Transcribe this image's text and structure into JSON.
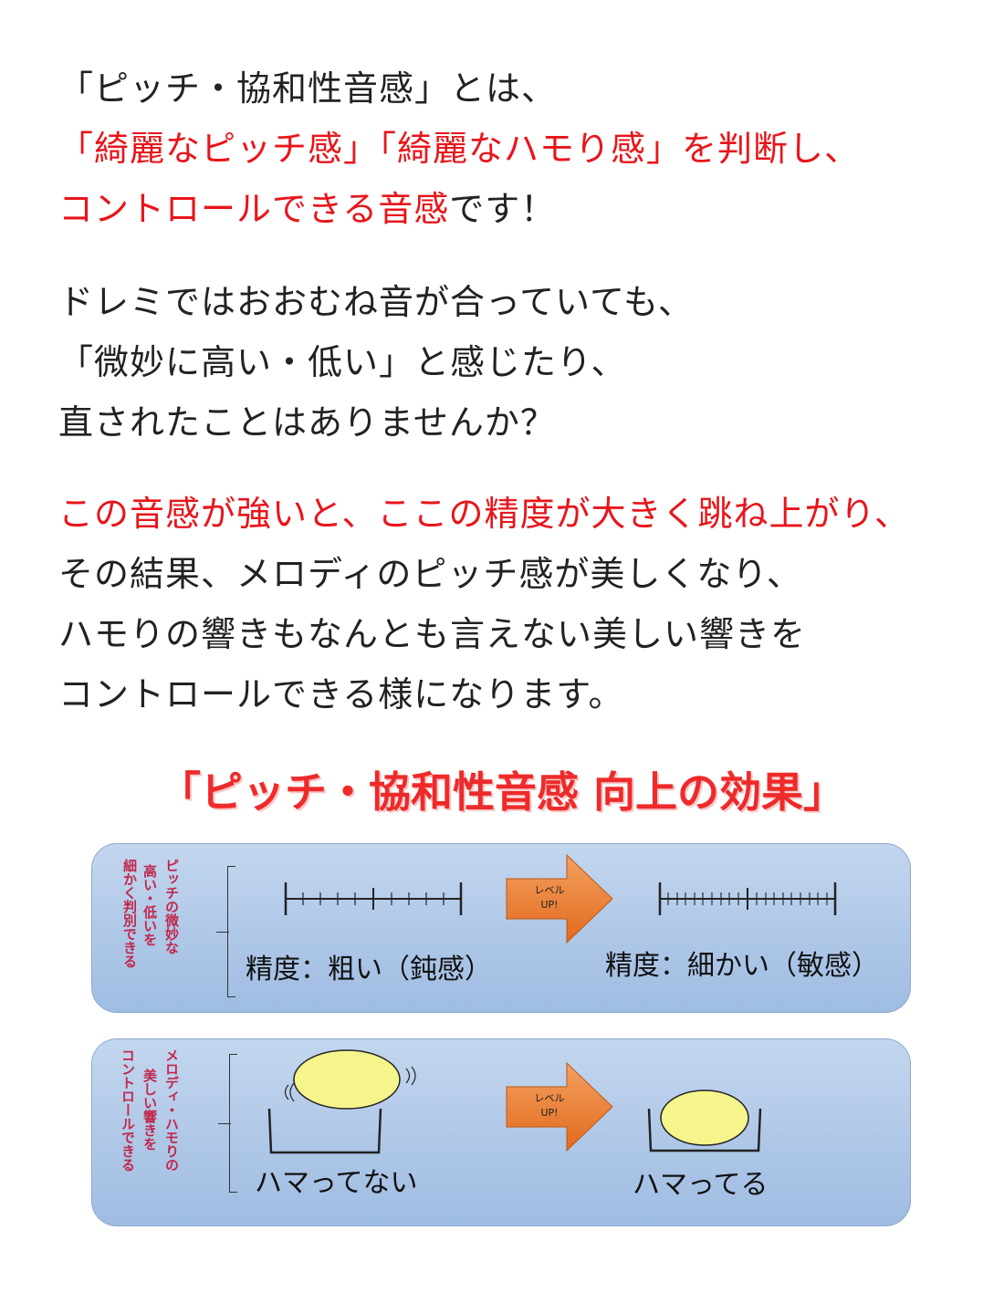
{
  "intro": {
    "line1": "「ピッチ・協和性音感」とは、",
    "line2": "「綺麗なピッチ感」「綺麗なハモり感」を判断し、",
    "line3_red": "コントロールできる音感",
    "line3_black": "です！"
  },
  "question": {
    "line1": "ドレミではおおむね音が合っていても、",
    "line2": "「微妙に高い・低い」と感じたり、",
    "line3": "直されたことはありませんか？"
  },
  "effect": {
    "line1": "この音感が強いと、ここの精度が大きく跳ね上がり、",
    "line2": "その結果、メロディのピッチ感が美しくなり、",
    "line3": "ハモりの響きもなんとも言えない美しい響きを",
    "line4": "コントロールできる様になります。"
  },
  "section_heading": "「ピッチ・協和性音感 向上の効果」",
  "panel1": {
    "label_col1": "ピッチの微妙な",
    "label_col2": "高い・低いを",
    "label_col3": "細かく判別できる",
    "arrow_line1": "レベル",
    "arrow_line2": "UP!",
    "before": "精度：粗い（鈍感）",
    "after": "精度：細かい（敏感）"
  },
  "panel2": {
    "label_col1": "メロディ・ハモりの",
    "label_col2": "美しい響きを",
    "label_col3": "コントロールできる",
    "arrow_line1": "レベル",
    "arrow_line2": "UP!",
    "before": "ハマってない",
    "after": "ハマってる"
  },
  "colors": {
    "accent_red": "#e8151b",
    "heading_red": "#ee2a2a",
    "panel_blue": "#a8c2e6",
    "label_magenta": "#c0284d",
    "arrow_orange": "#ee7d32",
    "ball_yellow": "#f5f58c"
  }
}
